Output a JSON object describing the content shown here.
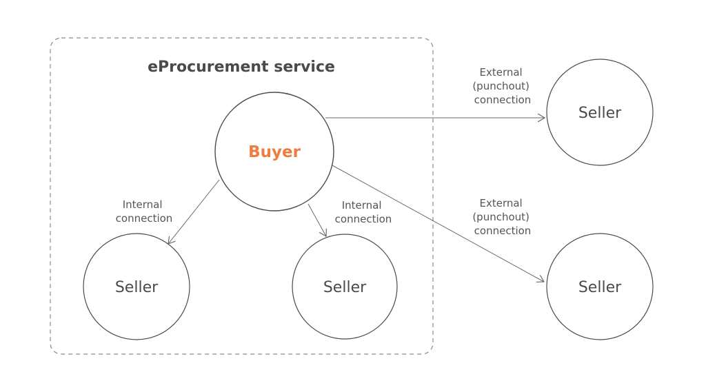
{
  "colors": {
    "buyer_accent": "#f07b3f",
    "text": "#4a4a4a",
    "line": "#6a6a6a",
    "boundary": "#8a8a8a"
  },
  "diagram": {
    "container": {
      "title": "eProcurement service"
    },
    "buyer": {
      "label": "Buyer"
    },
    "internal_sellers": [
      {
        "label": "Seller"
      },
      {
        "label": "Seller"
      }
    ],
    "external_sellers": [
      {
        "label": "Seller"
      },
      {
        "label": "Seller"
      }
    ],
    "edges": {
      "internal_left": [
        "Internal",
        "connection"
      ],
      "internal_right": [
        "Internal",
        "connection"
      ],
      "external_top": [
        "External",
        "(punchout)",
        "connection"
      ],
      "external_bottom": [
        "External",
        "(punchout)",
        "connection"
      ]
    }
  }
}
